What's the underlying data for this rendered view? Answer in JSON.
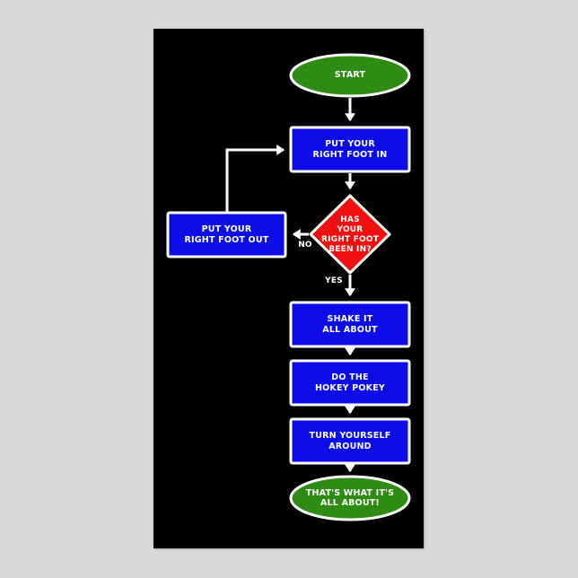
{
  "colors": {
    "background": "#d9d8d8",
    "poster": "#000000",
    "terminal": "#2e8b14",
    "process": "#0c0ce8",
    "decision": "#f01010",
    "stroke": "#ffffff"
  },
  "flowchart": {
    "start": "START",
    "put_in": "PUT YOUR\nRIGHT FOOT IN",
    "decision": "HAS\nYOUR\nRIGHT FOOT\nBEEN IN?",
    "put_out": "PUT YOUR\nRIGHT FOOT OUT",
    "no_label": "NO",
    "yes_label": "YES",
    "shake": "SHAKE IT\nALL ABOUT",
    "hokey": "DO THE\nHOKEY POKEY",
    "turn": "TURN YOURSELF\nAROUND",
    "end": "THAT'S WHAT IT'S\nALL ABOUT!"
  }
}
